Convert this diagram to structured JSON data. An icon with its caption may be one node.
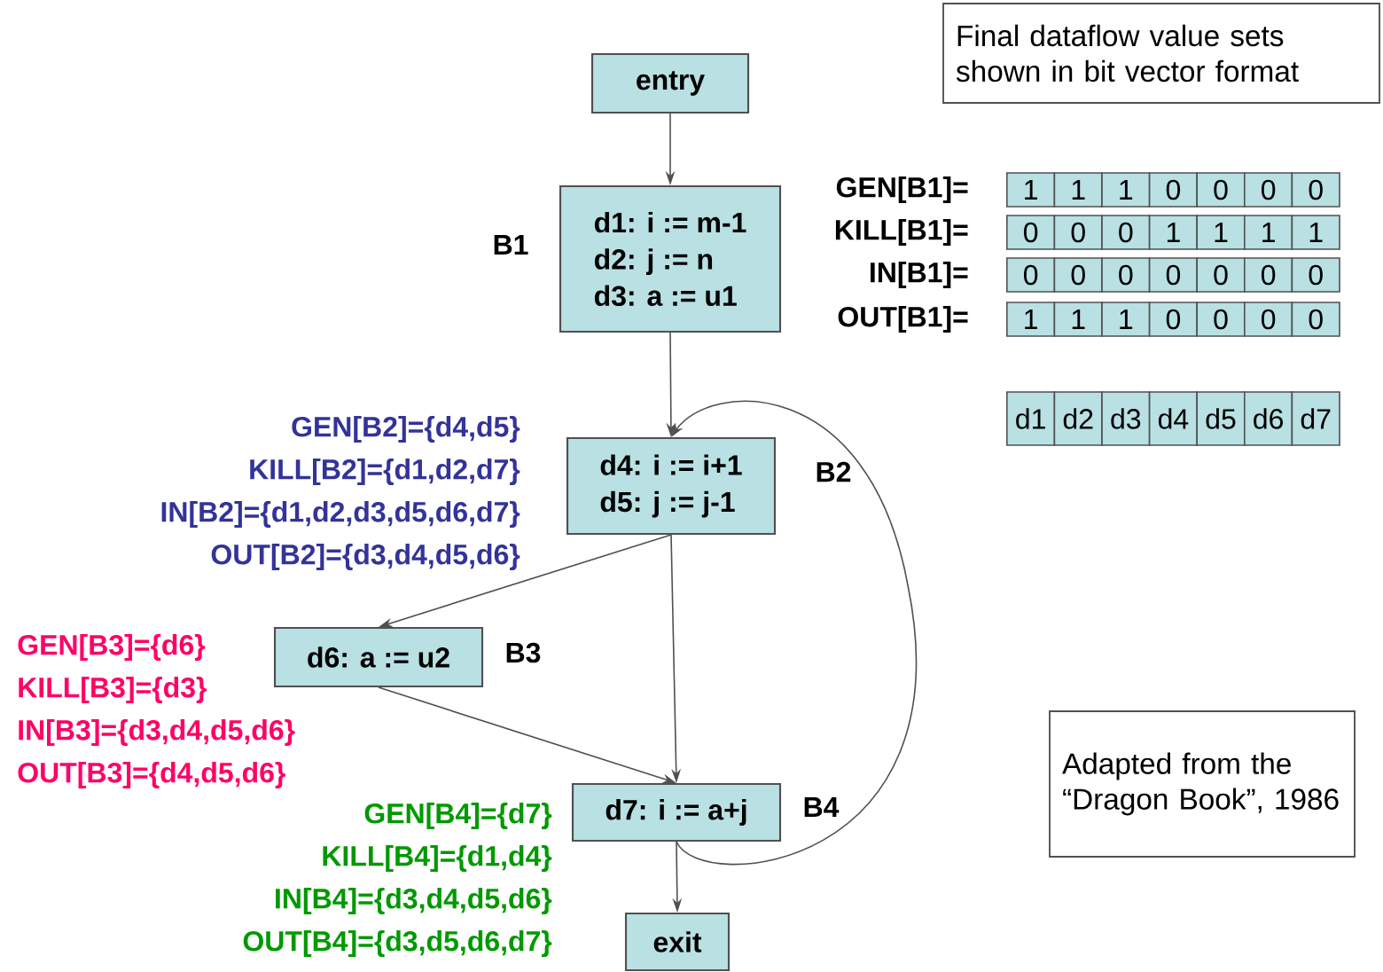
{
  "diagram": {
    "nodes": [
      {
        "text": [
          "entry"
        ]
      },
      {
        "text": [
          "d1: i := m-1",
          "d2: j := n",
          "d3: a := u1"
        ],
        "beside": [
          "B1"
        ]
      },
      {
        "text": [
          "d4: i := i+1",
          "d5: j := j-1"
        ],
        "beside": [
          "B2"
        ]
      },
      {
        "text": [
          "d6: a := u2"
        ],
        "beside": [
          "B3"
        ]
      },
      {
        "text": [
          "d7: i := a+j"
        ],
        "beside": [
          "B4"
        ]
      },
      {
        "text": [
          "exit"
        ]
      },
      {
        "text": [
          "Final dataflow value sets shown in bit vector format"
        ]
      },
      {
        "text": [
          "Adapted from the “Dragon Book”, 1986"
        ]
      }
    ],
    "edges": [
      {
        "from": 0,
        "to": 1,
        "arrow": "to"
      },
      {
        "from": 1,
        "to": 2,
        "arrow": "to"
      },
      {
        "from": 2,
        "to": 3,
        "arrow": "to"
      },
      {
        "from": 2,
        "to": 4,
        "arrow": "to"
      },
      {
        "from": 3,
        "to": 4,
        "arrow": "to"
      },
      {
        "from": 4,
        "to": 2,
        "arrow": "to"
      },
      {
        "from": 4,
        "to": 5,
        "arrow": "to"
      }
    ],
    "labels": [
      "GEN[B1]=",
      "1",
      "1",
      "1",
      "0",
      "0",
      "0",
      "0",
      "KILL[B1]=",
      "0",
      "0",
      "0",
      "1",
      "1",
      "1",
      "1",
      "IN[B1]=",
      "0",
      "0",
      "0",
      "0",
      "0",
      "0",
      "0",
      "OUT[B1]=",
      "1",
      "1",
      "1",
      "0",
      "0",
      "0",
      "0",
      "GEN[B2]={d4,d5}",
      "d1",
      "d2",
      "d3",
      "d4",
      "d5",
      "d6",
      "d7",
      "KILL[B2]={d1,d2,d7}",
      "IN[B2]={d1,d2,d3,d5,d6,d7}",
      "OUT[B2]={d3,d4,d5,d6}",
      "GEN[B3]={d6}",
      "KILL[B3]={d3}",
      "IN[B3]={d3,d4,d5,d6}",
      "OUT[B3]={d4,d5,d6}",
      "GEN[B4]={d7}",
      "KILL[B4]={d1,d4}",
      "IN[B4]={d3,d4,d5,d6}",
      "OUT[B4]={d3,d5,d6,d7}"
    ]
  }
}
